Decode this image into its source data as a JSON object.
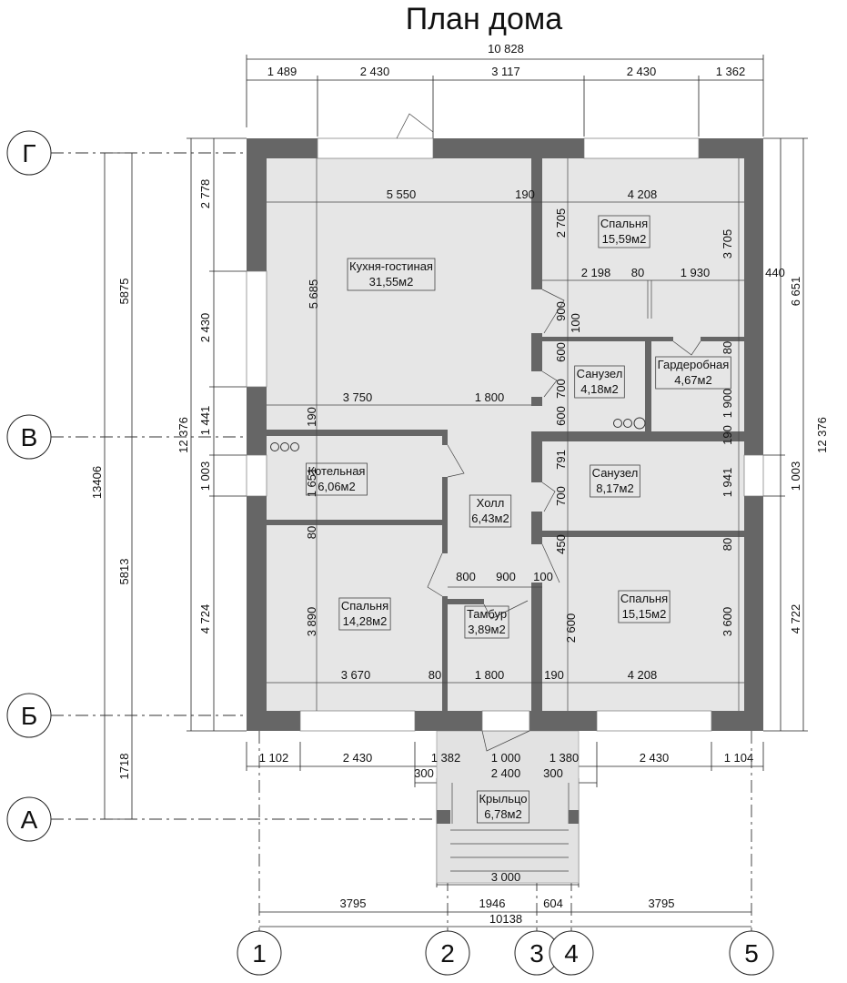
{
  "title": "План дома",
  "colors": {
    "wall": "#666666",
    "floor": "#e6e6e6",
    "porch": "#dcdcdc"
  },
  "axes": {
    "rows": [
      "Г",
      "В",
      "Б",
      "А"
    ],
    "columns": [
      "1",
      "2",
      "3",
      "4",
      "5"
    ]
  },
  "rooms": [
    {
      "name": "Кухня-гостиная",
      "area": "31,55м2"
    },
    {
      "name": "Спальня",
      "area": "15,59м2"
    },
    {
      "name": "Санузел",
      "area": "4,18м2"
    },
    {
      "name": "Гардеробная",
      "area": "4,67м2"
    },
    {
      "name": "Котельная",
      "area": "6,06м2"
    },
    {
      "name": "Холл",
      "area": "6,43м2"
    },
    {
      "name": "Санузел",
      "area": "8,17м2"
    },
    {
      "name": "Спальня",
      "area": "14,28м2"
    },
    {
      "name": "Тамбур",
      "area": "3,89м2"
    },
    {
      "name": "Спальня",
      "area": "15,15м2"
    },
    {
      "name": "Крыльцо",
      "area": "6,78м2"
    }
  ],
  "dims": [
    "10 828",
    "1 489",
    "2 430",
    "3 117",
    "2 430",
    "1 362",
    "2 778",
    "2 430",
    "1 441",
    "1 003",
    "4 724",
    "12 376",
    "13406",
    "5875",
    "5813",
    "1718",
    "440",
    "6 651",
    "1 003",
    "4 722",
    "12 376",
    "5 550",
    "190",
    "4 208",
    "2 705",
    "3 705",
    "5 685",
    "2 198",
    "80",
    "1 930",
    "900",
    "100",
    "600",
    "80",
    "700",
    "3 750",
    "1 800",
    "600",
    "1 900",
    "190",
    "190",
    "791",
    "1 651",
    "700",
    "1 941",
    "80",
    "450",
    "80",
    "800",
    "900",
    "100",
    "3 890",
    "2 600",
    "3 600",
    "3 670",
    "80",
    "1 800",
    "190",
    "4 208",
    "1 102",
    "2 430",
    "1 382",
    "1 000",
    "1 380",
    "2 430",
    "1 104",
    "300",
    "2 400",
    "300",
    "3 000",
    "3795",
    "1946",
    "604",
    "3795",
    "10138"
  ]
}
